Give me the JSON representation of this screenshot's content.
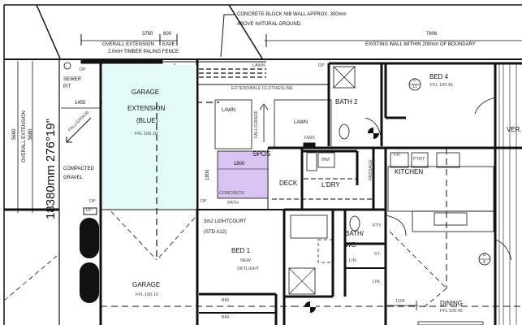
{
  "plan": {
    "notes": {
      "nib_wall_line1": "CONCRETE BLOCK NIB WALL APPROX. 300mm",
      "nib_wall_line2": "ABOVE NATURAL GROUND.",
      "fence": "2.0mH TIMBER PALING FENCE",
      "lightcourt_line1": "3m2 LIGHTCOURT",
      "lightcourt_line2": "(STD A12)",
      "clothesline": "EXTENDABLE CLOTHESLINE",
      "skylight_line1": "NEW",
      "skylight_line2": "SKYLIGHT"
    },
    "dimensions": {
      "extension_value": "3750",
      "extension_label": "OVERALL EXTENSION",
      "eave_value": "600",
      "eave_label": "EAVE",
      "boundary_value": "7806",
      "boundary_label": "EXISTING WALL WITHIN 200mm OF BOUNDARY",
      "left_value": "5680",
      "left_label": "OVERALL EXTENSION",
      "left_value2": "5680",
      "bearing": "18380mm  276°19\"",
      "side_gap": "1455",
      "spos_width": "1800",
      "spos_depth": "1800",
      "dining_dim": "1106"
    },
    "rooms": {
      "garage_ext_line1": "GARAGE",
      "garage_ext_line2": "EXTENSION",
      "garage_ext_line3": "(BLUE)",
      "garage_ext_ffl": "FFL 100.10",
      "garage": "GARAGE",
      "garage_ffl": "FFL 100.10",
      "lawn_top": "LAWN",
      "lawn_left": "LAWN",
      "lawn_right": "LAWN",
      "spos": "SPOS",
      "concrete": "CONCRETE",
      "path": "PATH",
      "deck": "DECK",
      "laundry": "L'DRY",
      "bath2": "BATH 2",
      "bed4": "BED 4",
      "bed4_ffl": "FFL 100.45",
      "passage": "PASSAGE",
      "kitchen": "KITCHEN",
      "bed1": "BED 1",
      "bath_wc_line1": "BATH/",
      "bath_wc_line2": "WC",
      "pty": "PTY",
      "pantry": "PTRY",
      "fridge": "FR.",
      "store": "ST.",
      "linen1": "LIN.",
      "linen2": "LIN.",
      "dining": "DINING",
      "dining_ffl": "FFL 100.45",
      "verandah": "VER.",
      "bir1": "BIR",
      "bir2": "BIR",
      "hws": "HWS",
      "wm": "WM",
      "sewer_line1": "SEWER",
      "sewer_line2": "PIT",
      "gravel_line1": "COMPACTED",
      "gravel_line2": "GRAVEL",
      "fall_grade_left": "FALL/GRADE",
      "fall_grade_mid": "FALL/GRADE",
      "dp1": "DP",
      "dp2": "DP",
      "dp3": "DP",
      "dp4": "DP",
      "rp": "RP",
      "door_d_top": "D",
      "door_d_num1": "11",
      "door_d_num2": "8"
    },
    "colors": {
      "garage_extension_fill": "#e3fafa",
      "spos_fill": "#d8c4f0",
      "line": "#111111"
    }
  }
}
